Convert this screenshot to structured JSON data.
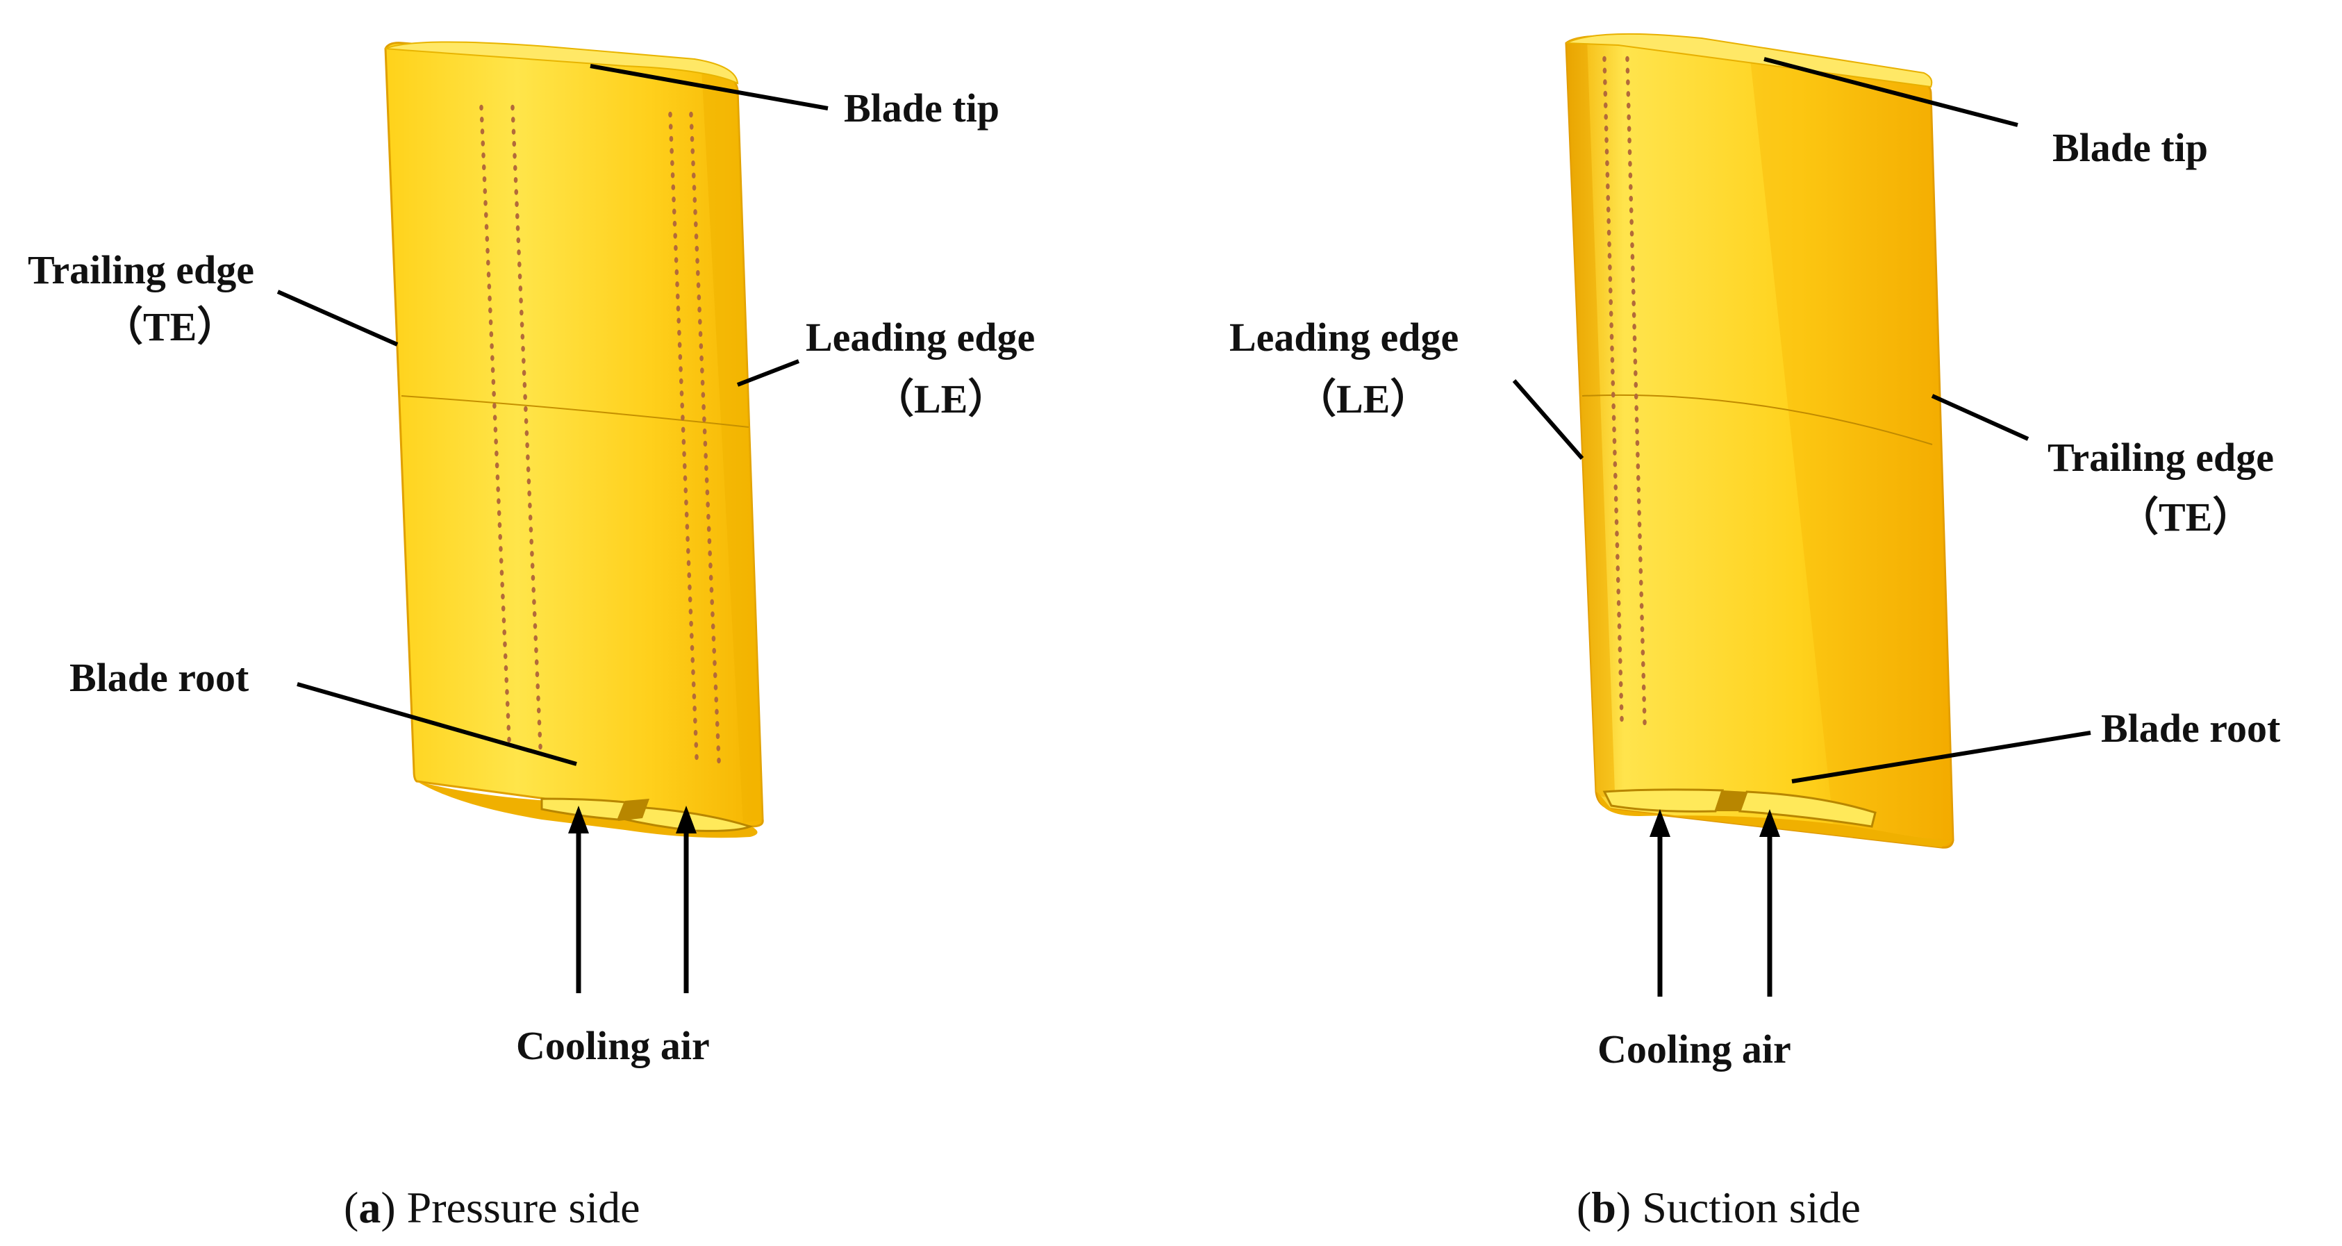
{
  "panels": [
    {
      "id": "a",
      "labels": {
        "blade_tip": "Blade tip",
        "trailing_edge": "Trailing edge",
        "trailing_edge_abbr": "（TE）",
        "leading_edge": "Leading edge",
        "leading_edge_abbr": "（LE）",
        "blade_root": "Blade root",
        "cooling_air": "Cooling air"
      },
      "caption": {
        "letter": "a",
        "text": "Pressure side"
      }
    },
    {
      "id": "b",
      "labels": {
        "blade_tip": "Blade tip",
        "trailing_edge": "Trailing edge",
        "trailing_edge_abbr": "（TE）",
        "leading_edge": "Leading edge",
        "leading_edge_abbr": "（LE）",
        "blade_root": "Blade root",
        "cooling_air": "Cooling air"
      },
      "caption": {
        "letter": "b",
        "text": "Suction side"
      }
    }
  ],
  "colors": {
    "blade_light": "#ffe34a",
    "blade_mid": "#ffcc1a",
    "blade_dark": "#e09a00",
    "cooling_hole": "#b36a3a"
  }
}
